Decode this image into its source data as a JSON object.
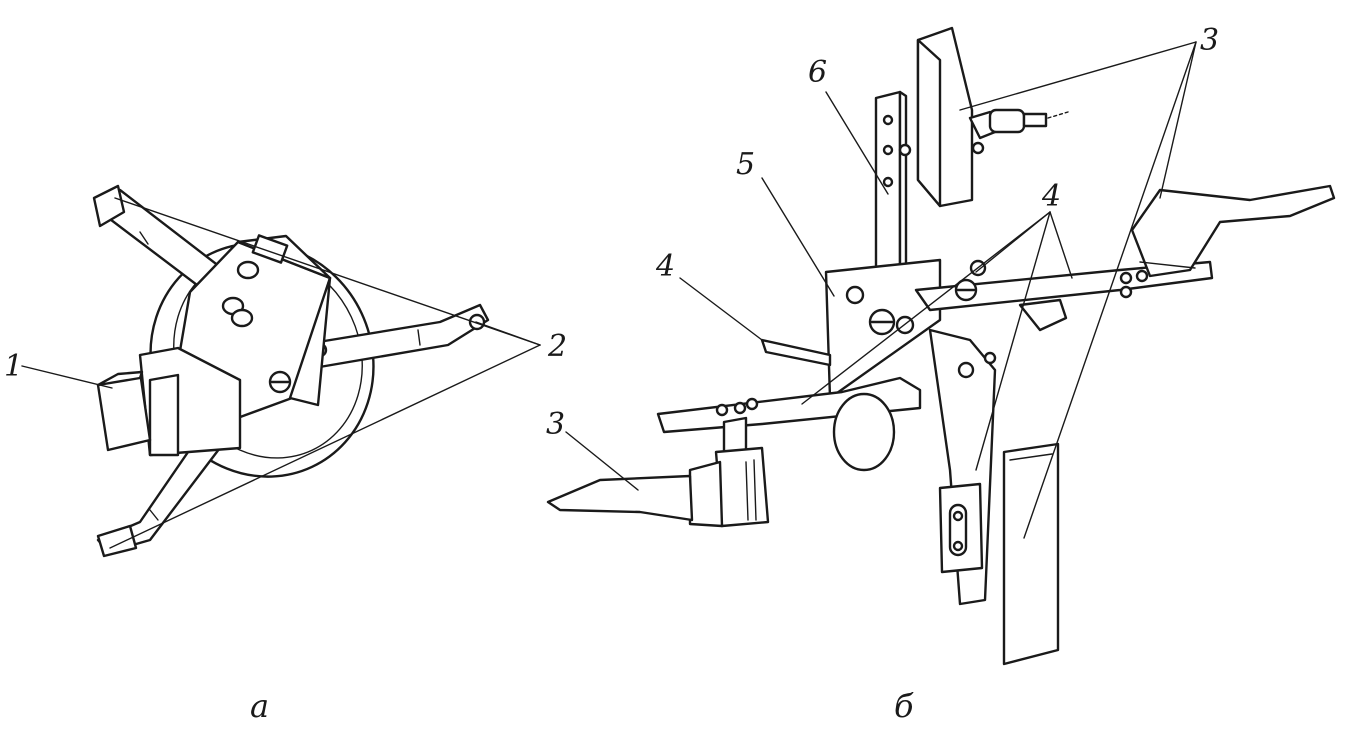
{
  "left_figure": {
    "caption": "а",
    "labels": {
      "part_1": "1",
      "part_2": "2"
    }
  },
  "right_figure": {
    "caption": "б",
    "labels": {
      "part_3_right": "3",
      "part_3_left": "3",
      "part_4_left": "4",
      "part_4_right": "4",
      "part_5": "5",
      "part_6": "6"
    }
  }
}
